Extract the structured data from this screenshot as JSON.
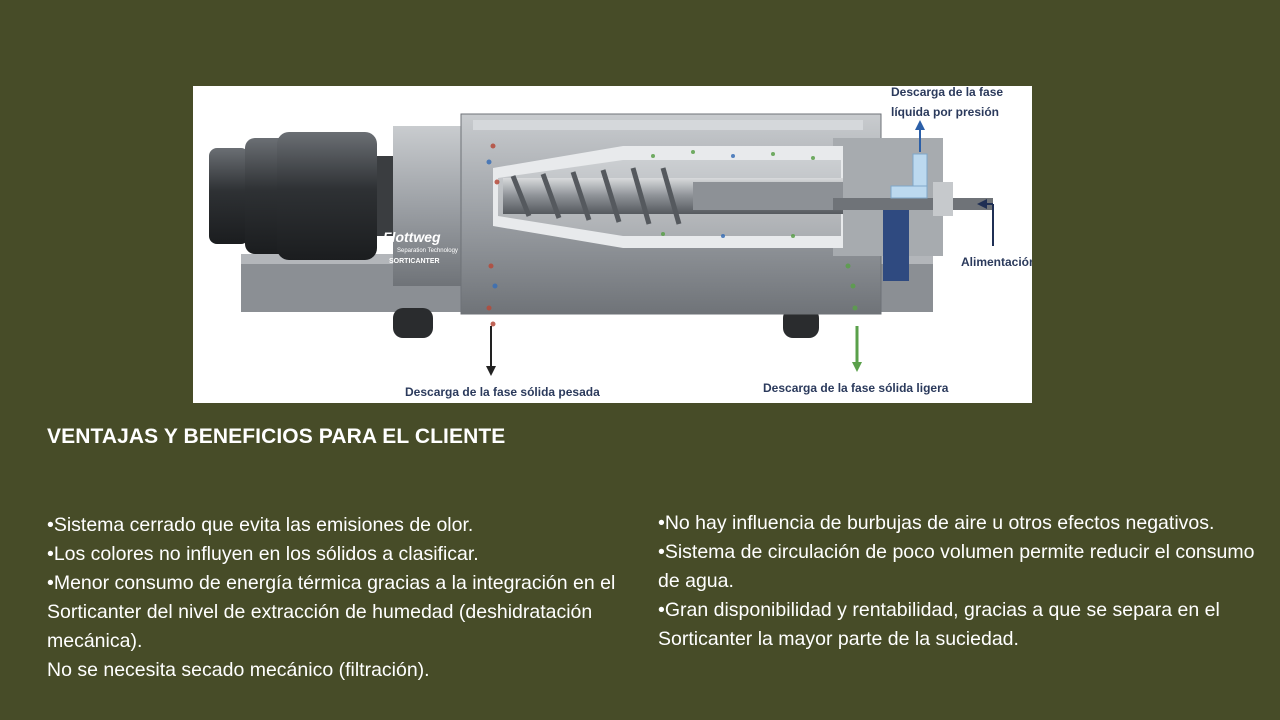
{
  "figure": {
    "brand": "Flottweg",
    "brand_sub": "Separation Technology",
    "model": "SORTICANTER",
    "label_liquid_discharge": [
      "Descarga de la fase",
      "líquida por presión"
    ],
    "label_feed": "Alimentación",
    "label_heavy_solid": "Descarga de la fase sólida pesada",
    "label_light_solid": "Descarga de la fase sólida ligera"
  },
  "heading": "VENTAJAS Y BENEFICIOS PARA EL CLIENTE",
  "left_items": [
    "•Sistema cerrado que evita las emisiones de olor.",
    "•Los colores no influyen en los sólidos a clasificar.",
    "•Menor consumo de energía térmica gracias a la integración en el Sorticanter del nivel de extracción de humedad (deshidratación mecánica).",
    "No se necesita secado mecánico (filtración)."
  ],
  "right_items": [
    "•No hay influencia de burbujas de aire u otros efectos negativos.",
    "•Sistema de circulación de poco volumen permite reducir el consumo de agua.",
    "•Gran disponibilidad y rentabilidad, gracias a que se separa en el Sorticanter la mayor parte de la suciedad."
  ],
  "colors": {
    "background": "#474c28",
    "text": "#ffffff",
    "machine_gray": "#9a9ea3",
    "label_blue": "#2b3a5c"
  }
}
